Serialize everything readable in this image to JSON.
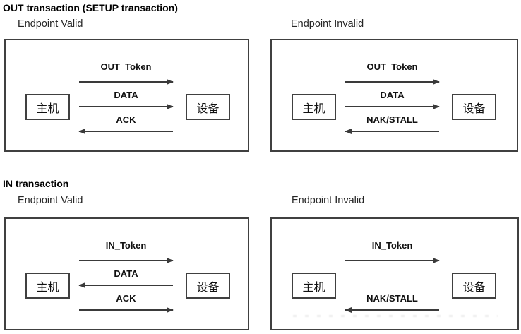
{
  "colors": {
    "ink": "#111111",
    "line": "#3a3a3a",
    "border": "#404040",
    "background": "#ffffff"
  },
  "sections": [
    {
      "title": "OUT transaction (SETUP transaction)",
      "panels": [
        {
          "subtitle": "Endpoint Valid",
          "host_label": "主机",
          "device_label": "设备",
          "arrows": [
            {
              "label": "OUT_Token",
              "direction": "right"
            },
            {
              "label": "DATA",
              "direction": "right"
            },
            {
              "label": "ACK",
              "direction": "left"
            }
          ]
        },
        {
          "subtitle": "Endpoint Invalid",
          "host_label": "主机",
          "device_label": "设备",
          "arrows": [
            {
              "label": "OUT_Token",
              "direction": "right"
            },
            {
              "label": "DATA",
              "direction": "right"
            },
            {
              "label": "NAK/STALL",
              "direction": "left"
            }
          ]
        }
      ]
    },
    {
      "title": "IN transaction",
      "panels": [
        {
          "subtitle": "Endpoint Valid",
          "host_label": "主机",
          "device_label": "设备",
          "arrows": [
            {
              "label": "IN_Token",
              "direction": "right"
            },
            {
              "label": "DATA",
              "direction": "left"
            },
            {
              "label": "ACK",
              "direction": "right"
            }
          ]
        },
        {
          "subtitle": "Endpoint Invalid",
          "host_label": "主机",
          "device_label": "设备",
          "arrows": [
            {
              "label": "IN_Token",
              "direction": "right"
            },
            {
              "label": "NAK/STALL",
              "direction": "left"
            }
          ]
        }
      ]
    }
  ]
}
